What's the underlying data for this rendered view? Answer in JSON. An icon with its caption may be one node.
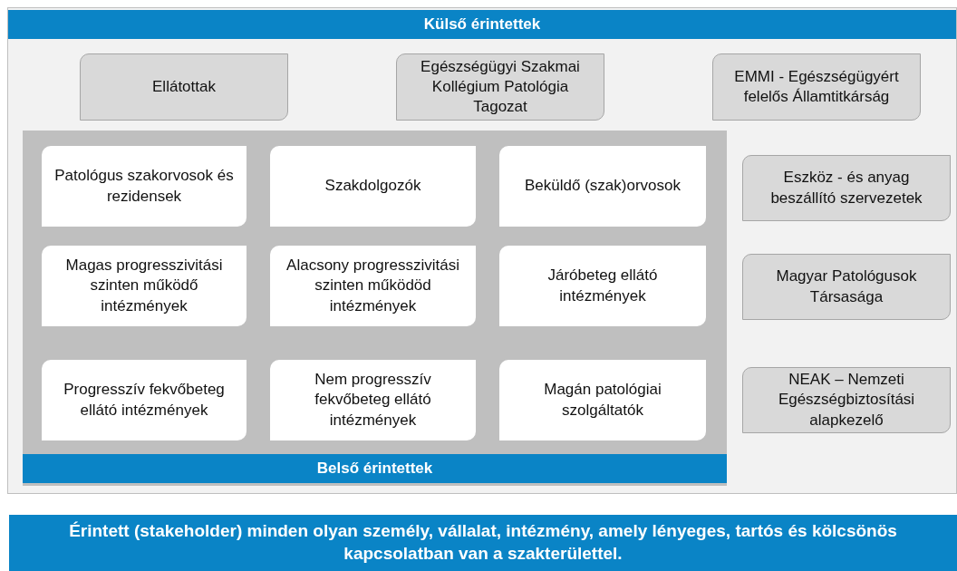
{
  "diagram": {
    "nodes": [
      {
        "text": [
          "Külső érintettek"
        ]
      },
      {
        "text": [
          "Ellátottak"
        ],
        "in": 0
      },
      {
        "text": [
          "Egészségügyi Szakmai Kollégium Patológia Tagozat"
        ],
        "in": 0
      },
      {
        "text": [
          "EMMI - Egészségügyért felelős Államtitkárság"
        ],
        "in": 0
      },
      {
        "text": [
          "Belső érintettek"
        ],
        "in": 0
      },
      {
        "text": [
          "Patológus szakorvosok és rezidensek"
        ],
        "in": 4
      },
      {
        "text": [
          "Szakdolgozók"
        ],
        "in": 4
      },
      {
        "text": [
          "Beküldő (szak)orvosok"
        ],
        "in": 4
      },
      {
        "text": [
          "Magas progresszivitási szinten működő intézmények"
        ],
        "in": 4
      },
      {
        "text": [
          "Alacsony progresszivitási szinten működöd intézmények"
        ],
        "in": 4
      },
      {
        "text": [
          "Járóbeteg ellátó intézmények"
        ],
        "in": 4
      },
      {
        "text": [
          "Progresszív fekvőbeteg  ellátó intézmények"
        ],
        "in": 4
      },
      {
        "text": [
          "Nem progresszív fekvőbeteg ellátó intézmények"
        ],
        "in": 4
      },
      {
        "text": [
          "Magán patológiai szolgáltatók"
        ],
        "in": 4
      },
      {
        "text": [
          "Eszköz - és anyag beszállító szervezetek"
        ],
        "in": 0
      },
      {
        "text": [
          "Magyar Patológusok Társasága"
        ],
        "in": 0
      },
      {
        "text": [
          "NEAK – Nemzeti Egészségbiztosítási alapkezelő"
        ],
        "in": 0
      },
      {
        "text": [
          "Érintett (stakeholder) minden olyan személy, vállalat, intézmény, amely lényeges, tartós és kölcsönös kapcsolatban van a szakterülettel."
        ]
      }
    ],
    "edges": []
  }
}
